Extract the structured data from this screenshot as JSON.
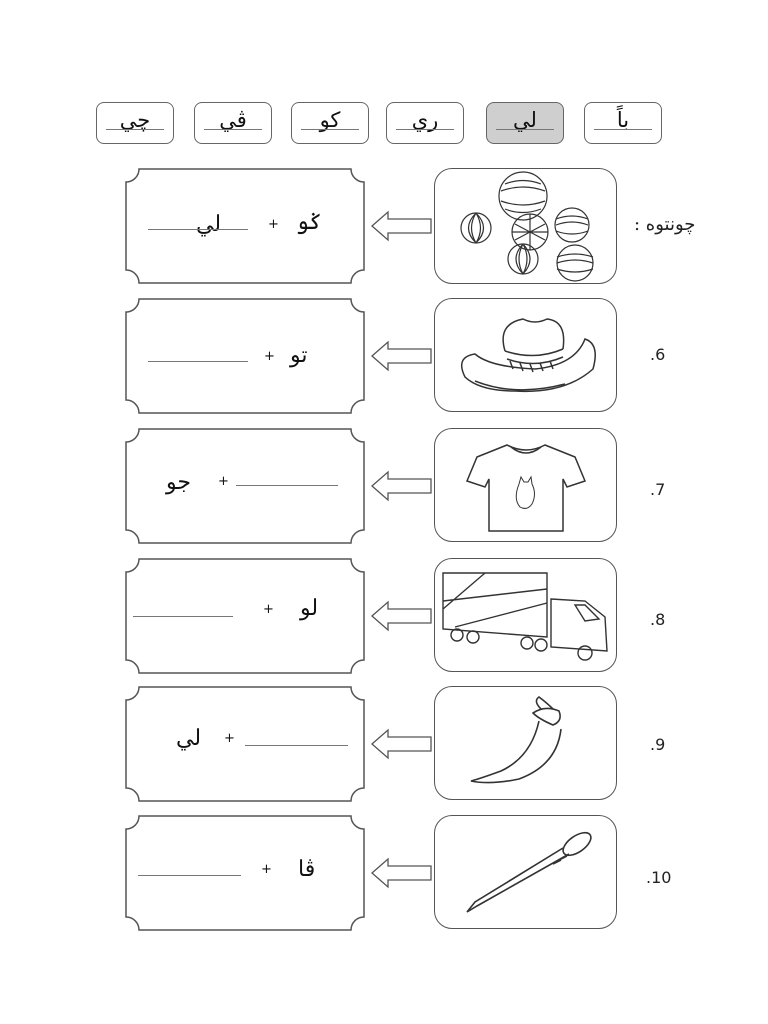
{
  "word_bank": [
    {
      "text": "باً",
      "selected": false
    },
    {
      "text": "لي",
      "selected": true
    },
    {
      "text": "ري",
      "selected": false
    },
    {
      "text": "كو",
      "selected": false
    },
    {
      "text": "ڤي",
      "selected": false
    },
    {
      "text": "چي",
      "selected": false
    }
  ],
  "example_label": "چونتوه :",
  "questions": [
    {
      "number": "",
      "picture": "marbles-image",
      "syllable": "ݢو",
      "answer": "لي"
    },
    {
      "number": ".6",
      "picture": "hat-image",
      "syllable": "تو",
      "answer": ""
    },
    {
      "number": ".7",
      "picture": "tshirt-image",
      "syllable": "جو",
      "answer": ""
    },
    {
      "number": ".8",
      "picture": "truck-image",
      "syllable": "لو",
      "answer": ""
    },
    {
      "number": ".9",
      "picture": "chili-image",
      "syllable": "لي",
      "answer": ""
    },
    {
      "number": ".10",
      "picture": "nail-image",
      "syllable": "ڤا",
      "answer": ""
    }
  ],
  "plus_sign": "+"
}
